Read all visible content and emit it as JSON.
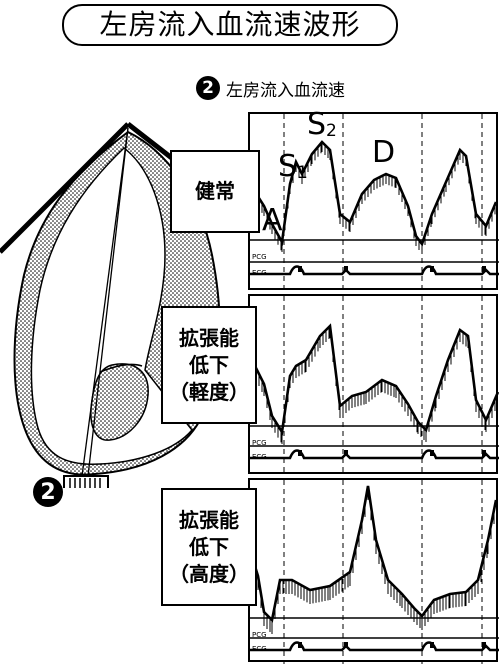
{
  "title": "左房流入血流速波形",
  "subtitle": {
    "number": "2",
    "text": "左房流入血流速"
  },
  "probe_number": "2",
  "panels": [
    {
      "label_lines": [
        "健常"
      ]
    },
    {
      "label_lines": [
        "拡張能",
        "低下",
        "（軽度）"
      ]
    },
    {
      "label_lines": [
        "拡張能",
        "低下",
        "（高度）"
      ]
    }
  ],
  "wave_labels": {
    "s2": {
      "letter": "S",
      "sub": "2"
    },
    "s1": {
      "letter": "S",
      "sub": "1"
    },
    "d": "D",
    "a": "A"
  },
  "trace_labels": {
    "pcg": "PCG",
    "ecg": "ECG"
  }
}
